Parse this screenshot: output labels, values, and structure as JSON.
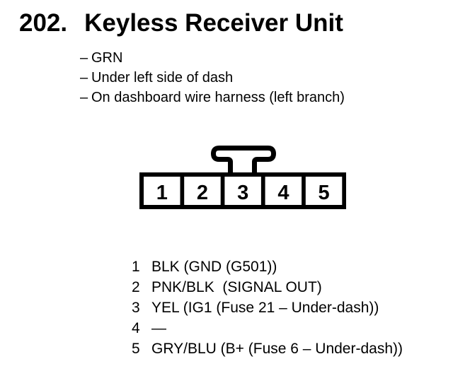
{
  "header": {
    "number": "202.",
    "title": "Keyless Receiver Unit"
  },
  "details": {
    "dash": "–",
    "items": [
      {
        "label": "GRN"
      },
      {
        "label": "Under left side of dash"
      },
      {
        "label": "On dashboard wire harness (left branch)"
      }
    ]
  },
  "connector": {
    "type": "5-pin inline connector, latch tab on top, front view",
    "pins": [
      "1",
      "2",
      "3",
      "4",
      "5"
    ]
  },
  "pinout": {
    "rows": [
      {
        "pin": "1",
        "description": "BLK (GND (G501))"
      },
      {
        "pin": "2",
        "description": "PNK/BLK  (SIGNAL OUT)"
      },
      {
        "pin": "3",
        "description": "YEL (IG1 (Fuse 21 – Under-dash))"
      },
      {
        "pin": "4",
        "description": "—"
      },
      {
        "pin": "5",
        "description": "GRY/BLU (B+ (Fuse 6 – Under-dash))"
      }
    ]
  },
  "colors": {
    "ink": "#000000",
    "paper": "#ffffff"
  }
}
